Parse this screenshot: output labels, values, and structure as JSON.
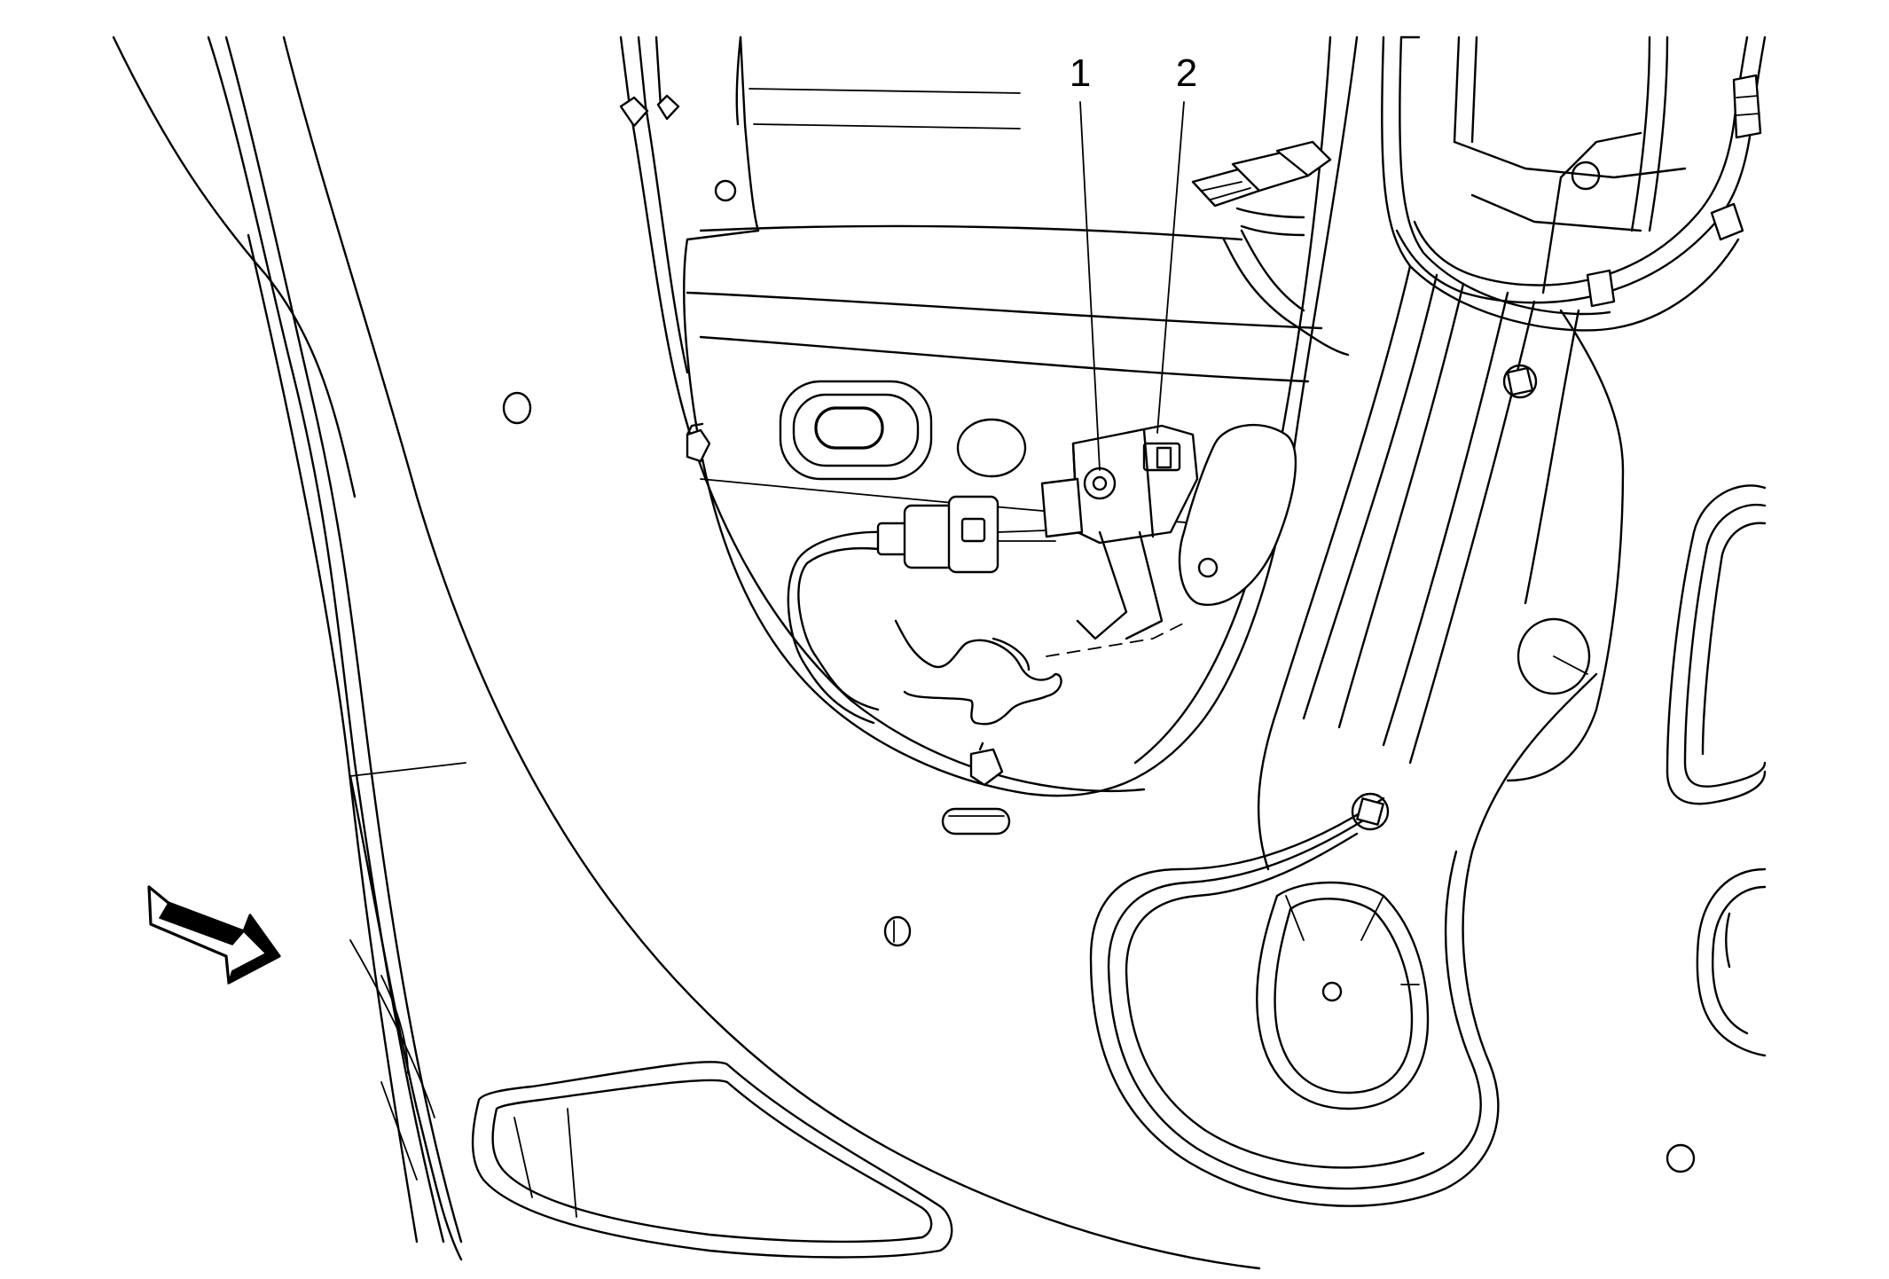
{
  "callouts": [
    {
      "id": "1",
      "label": "1"
    },
    {
      "id": "2",
      "label": "2"
    }
  ],
  "view_arrow": {
    "icon": "view-direction-arrow-icon"
  },
  "colors": {
    "line": "#000000",
    "background": "#ffffff"
  }
}
